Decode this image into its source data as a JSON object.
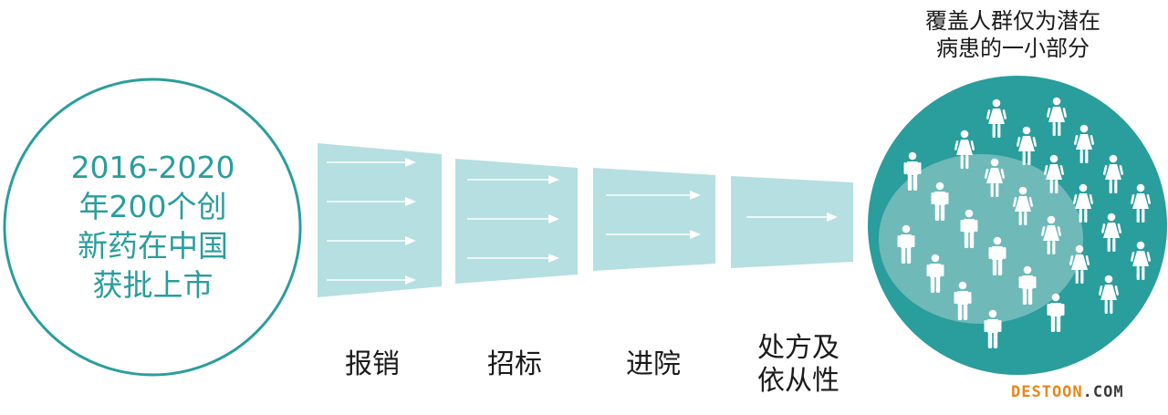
{
  "left_circle": {
    "lines": [
      "2016-2020",
      "年200个创",
      "新药在中国",
      "获批上市"
    ]
  },
  "stages": [
    {
      "label_lines": [
        "报销"
      ],
      "arrow_count": 4
    },
    {
      "label_lines": [
        "招标"
      ],
      "arrow_count": 3
    },
    {
      "label_lines": [
        "进院"
      ],
      "arrow_count": 2
    },
    {
      "label_lines": [
        "处方及",
        "依从性"
      ],
      "arrow_count": 1
    }
  ],
  "right_caption": [
    "覆盖人群仅为潜在",
    "病患的一小部分"
  ],
  "watermark": {
    "main": "DESTOON",
    "suffix": ".COM"
  },
  "colors": {
    "teal": "#2a9d9d",
    "light_teal": "#b5dfe0",
    "inner_circle": "#6fb9b9",
    "white": "#ffffff",
    "watermark_orange": "#e8861a",
    "watermark_dark": "#3a3a3a"
  }
}
